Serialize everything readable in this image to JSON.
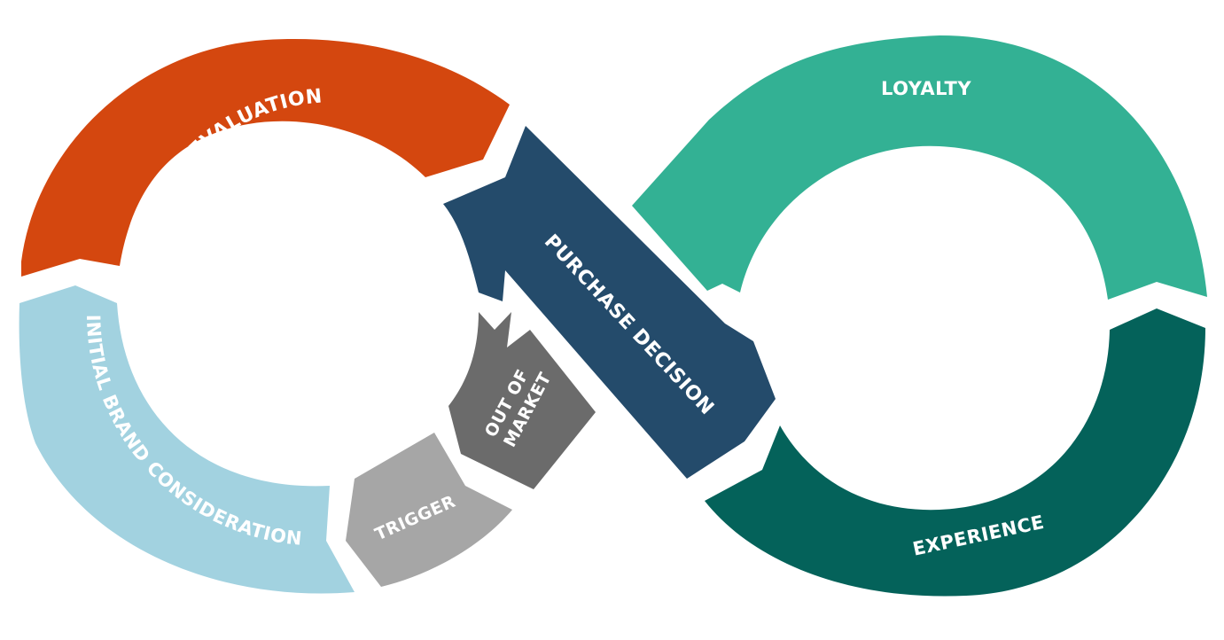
{
  "stages": {
    "active_evaluation": {
      "label": "ACTIVE EVALUATION",
      "color": "#d4470f"
    },
    "initial_brand_consideration": {
      "label": "INITIAL BRAND CONSIDERATION",
      "color": "#a2d2e0"
    },
    "trigger": {
      "label": "TRIGGER",
      "color": "#a6a6a6"
    },
    "out_of_market": {
      "label_line1": "OUT OF",
      "label_line2": "MARKET",
      "color": "#6b6b6b"
    },
    "purchase_decision": {
      "label": "PURCHASE DECISION",
      "color": "#244b6b"
    },
    "loyalty": {
      "label": "LOYALTY",
      "color": "#33b194"
    },
    "experience": {
      "label": "EXPERIENCE",
      "color": "#04625a"
    }
  }
}
